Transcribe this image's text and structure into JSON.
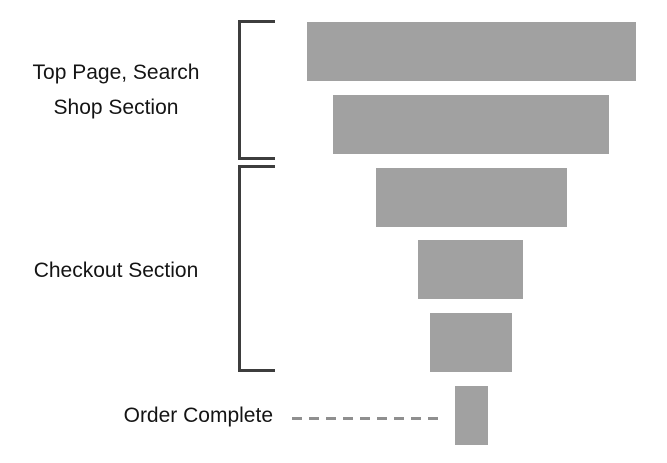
{
  "colors": {
    "background": "#ffffff",
    "bar": "#a1a1a1",
    "bracket": "#3d3d3d",
    "dash": "#8f8f8f",
    "text": "#141414"
  },
  "labels": {
    "top_group_line1": "Top Page, Search",
    "top_group_line2": "Shop Section",
    "middle_group": "Checkout Section",
    "bottom_group": "Order Complete"
  },
  "chart_data": {
    "type": "funnel",
    "title": "",
    "orientation": "vertical, bars centered horizontally, widths shrink toward bottom",
    "value_unit": "relative bar width, percent of widest bar (no numeric labels shown in image)",
    "stages": [
      {
        "index": 1,
        "group": "Top Page, Search / Shop Section",
        "value": 100
      },
      {
        "index": 2,
        "group": "Top Page, Search / Shop Section",
        "value": 84
      },
      {
        "index": 3,
        "group": "Checkout Section",
        "value": 58
      },
      {
        "index": 4,
        "group": "Checkout Section",
        "value": 32
      },
      {
        "index": 5,
        "group": "Checkout Section",
        "value": 25
      },
      {
        "index": 6,
        "group": "Order Complete",
        "value": 10
      }
    ],
    "groups": [
      {
        "label": "Top Page, Search Shop Section",
        "stages": [
          1,
          2
        ],
        "marker": "square bracket"
      },
      {
        "label": "Checkout Section",
        "stages": [
          3,
          4,
          5
        ],
        "marker": "square bracket"
      },
      {
        "label": "Order Complete",
        "stages": [
          6
        ],
        "marker": "dashed connector line"
      }
    ],
    "legend": "none",
    "axes": "none",
    "grid": "off"
  }
}
